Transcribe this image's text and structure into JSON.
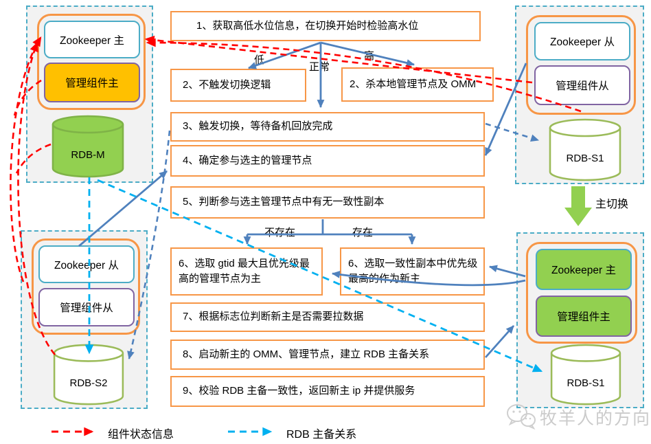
{
  "colors": {
    "step_border": "#F79646",
    "cluster_border": "#4BACC6",
    "cluster_bg": "#F2F2F2",
    "zookeeper_border": "#4BACC6",
    "mgmt_border": "#8064A2",
    "mgmt_master_fill": "#FFC000",
    "promoted_fill": "#92D050",
    "cylinder_green_fill": "#92D050",
    "cylinder_border": "#9BBB59",
    "arrow_blue": "#4F81BD",
    "arrow_red": "#FF0000",
    "arrow_cyan": "#00B0F0",
    "big_green_arrow": "#92D050"
  },
  "clusters": {
    "top_left": {
      "zookeeper": "Zookeeper 主",
      "mgmt": "管理组件主",
      "db": "RDB-M"
    },
    "top_right": {
      "zookeeper": "Zookeeper 从",
      "mgmt": "管理组件从",
      "db": "RDB-S1"
    },
    "bottom_left": {
      "zookeeper": "Zookeeper 从",
      "mgmt": "管理组件从",
      "db": "RDB-S2"
    },
    "bottom_right": {
      "zookeeper": "Zookeeper 主",
      "mgmt": "管理组件主",
      "db": "RDB-S1"
    }
  },
  "steps": {
    "s1": "1、获取高低水位信息，在切换开始时检验高水位",
    "s2_left": "2、不触发切换逻辑",
    "s2_right": "2、杀本地管理节点及 OMM",
    "s3": "3、触发切换，等待备机回放完成",
    "s4": "4、确定参与选主的管理节点",
    "s5": "5、判断参与选主管理节点中有无一致性副本",
    "s6_left": "6、选取 gtid 最大且优先级最高的管理节点为主",
    "s6_right": "6、选取一致性副本中优先级最高的作为新主",
    "s7": "7、根据标志位判断新主是否需要拉数据",
    "s8": "8、启动新主的 OMM、管理节点，建立 RDB 主备关系",
    "s9": "9、校验 RDB 主备一致性，返回新主 ip 并提供服务"
  },
  "branches": {
    "low": "低",
    "normal": "正常",
    "high": "高",
    "not_exist": "不存在",
    "exist": "存在"
  },
  "annotations": {
    "master_switch": "主切换",
    "watermark": "牧羊人的方向"
  },
  "legend": {
    "component_status": "组件状态信息",
    "rdb_relation": "RDB 主备关系"
  }
}
